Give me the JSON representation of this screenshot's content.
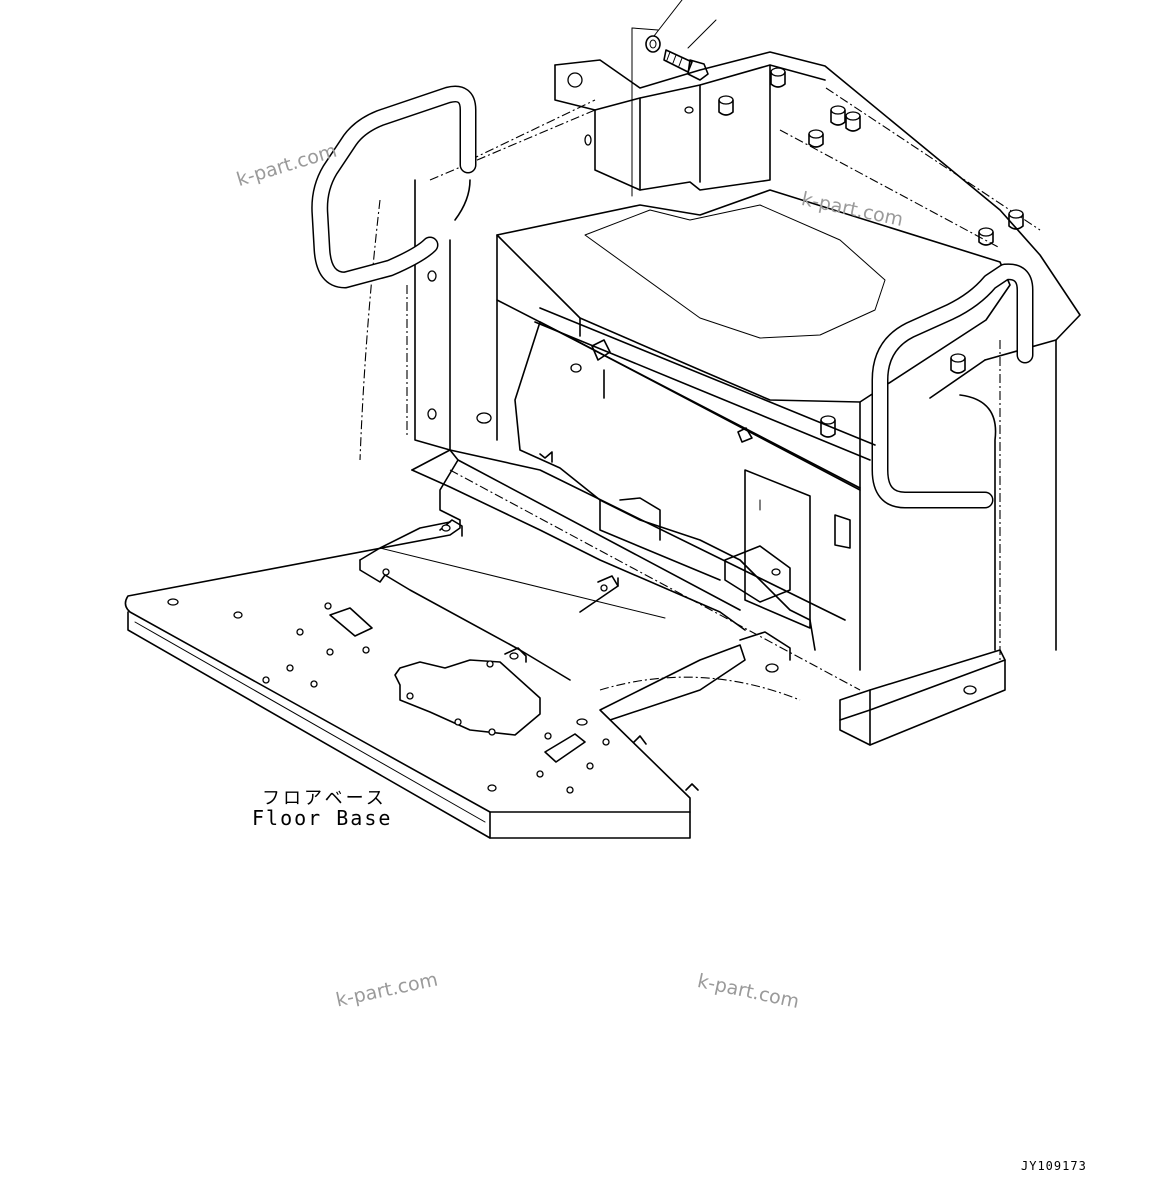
{
  "labels": {
    "part_name_jp": "フロアベース",
    "part_name_en": "Floor Base",
    "drawing_code": "JY109173"
  },
  "watermarks": [
    "k-part.com",
    "k-part.com",
    "k-part.com",
    "k-part.com"
  ],
  "colors": {
    "line": "#000000",
    "background": "#ffffff",
    "watermark": "#9a9a9a"
  }
}
